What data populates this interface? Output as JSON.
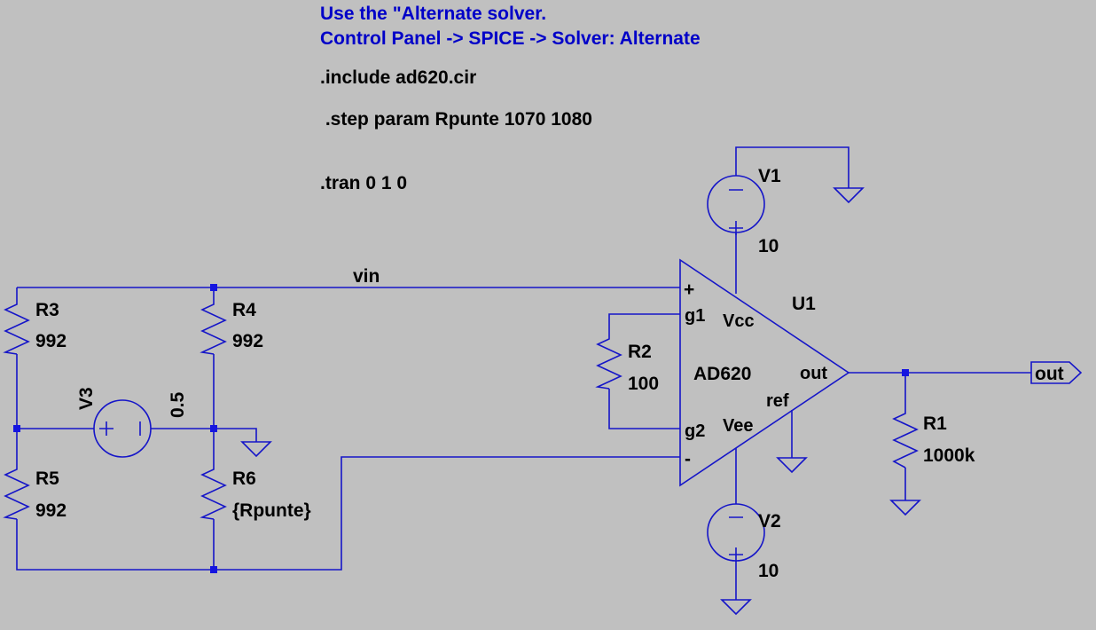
{
  "comments": {
    "line1": "Use the \"Alternate solver.",
    "line2": "Control Panel -> SPICE -> Solver: Alternate"
  },
  "directives": {
    "include": ".include ad620.cir",
    "step": " .step param Rpunte 1070 1080",
    "tran": ".tran 0 1 0"
  },
  "components": {
    "r3": {
      "name": "R3",
      "value": "992"
    },
    "r4": {
      "name": "R4",
      "value": "992"
    },
    "r5": {
      "name": "R5",
      "value": "992"
    },
    "r6": {
      "name": "R6",
      "value": "{Rpunte}"
    },
    "r2": {
      "name": "R2",
      "value": "100"
    },
    "r1": {
      "name": "R1",
      "value": "1000k"
    },
    "v1": {
      "name": "V1",
      "value": "10"
    },
    "v2": {
      "name": "V2",
      "value": "10"
    },
    "v3": {
      "name": "V3",
      "value": "0.5"
    },
    "u1": {
      "name": "U1",
      "part": "AD620",
      "pins": {
        "plus": "+",
        "minus": "-",
        "g1": "g1",
        "g2": "g2",
        "vcc": "Vcc",
        "vee": "Vee",
        "ref": "ref",
        "out": "out"
      }
    }
  },
  "nets": {
    "vin": "vin",
    "out": "out"
  },
  "colors": {
    "background": "#c0c0c0",
    "wire": "#1515c8",
    "comment": "#0000c8",
    "label": "#000000"
  }
}
